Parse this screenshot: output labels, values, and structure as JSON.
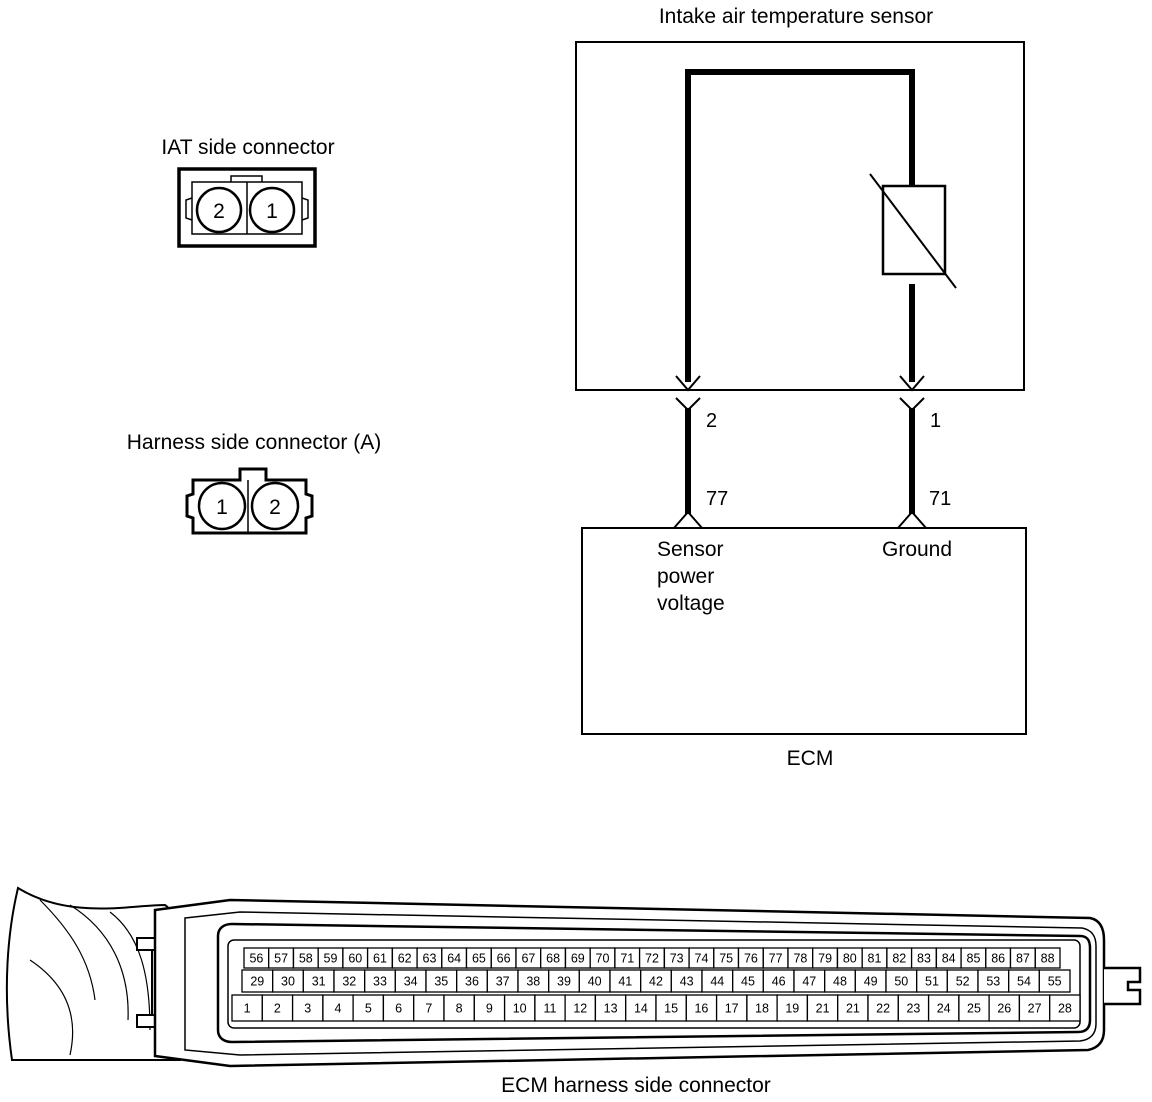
{
  "sensor": {
    "title": "Intake air temperature sensor",
    "pin_left": "2",
    "pin_right": "1"
  },
  "ecm": {
    "label": "ECM",
    "terminal_left": "77",
    "terminal_right": "71",
    "signal_left_lines": [
      "Sensor",
      "power",
      "voltage"
    ],
    "signal_right": "Ground"
  },
  "iat_connector": {
    "title": "IAT side connector",
    "pins": [
      "2",
      "1"
    ]
  },
  "harness_connector": {
    "title": "Harness side connector (A)",
    "pins": [
      "1",
      "2"
    ]
  },
  "ecm_connector": {
    "title": "ECM harness side connector",
    "rows": [
      [
        "56",
        "57",
        "58",
        "59",
        "60",
        "61",
        "62",
        "63",
        "64",
        "65",
        "66",
        "67",
        "68",
        "69",
        "70",
        "71",
        "72",
        "73",
        "74",
        "75",
        "76",
        "77",
        "78",
        "79",
        "80",
        "81",
        "82",
        "83",
        "84",
        "85",
        "86",
        "87",
        "88"
      ],
      [
        "29",
        "30",
        "31",
        "32",
        "33",
        "34",
        "35",
        "36",
        "37",
        "38",
        "39",
        "40",
        "41",
        "42",
        "43",
        "44",
        "45",
        "46",
        "47",
        "48",
        "49",
        "50",
        "51",
        "52",
        "53",
        "54",
        "55"
      ],
      [
        "1",
        "2",
        "3",
        "4",
        "5",
        "6",
        "7",
        "8",
        "9",
        "10",
        "11",
        "12",
        "13",
        "14",
        "15",
        "16",
        "17",
        "18",
        "19",
        "21",
        "21",
        "22",
        "23",
        "24",
        "25",
        "26",
        "27",
        "28"
      ]
    ]
  }
}
